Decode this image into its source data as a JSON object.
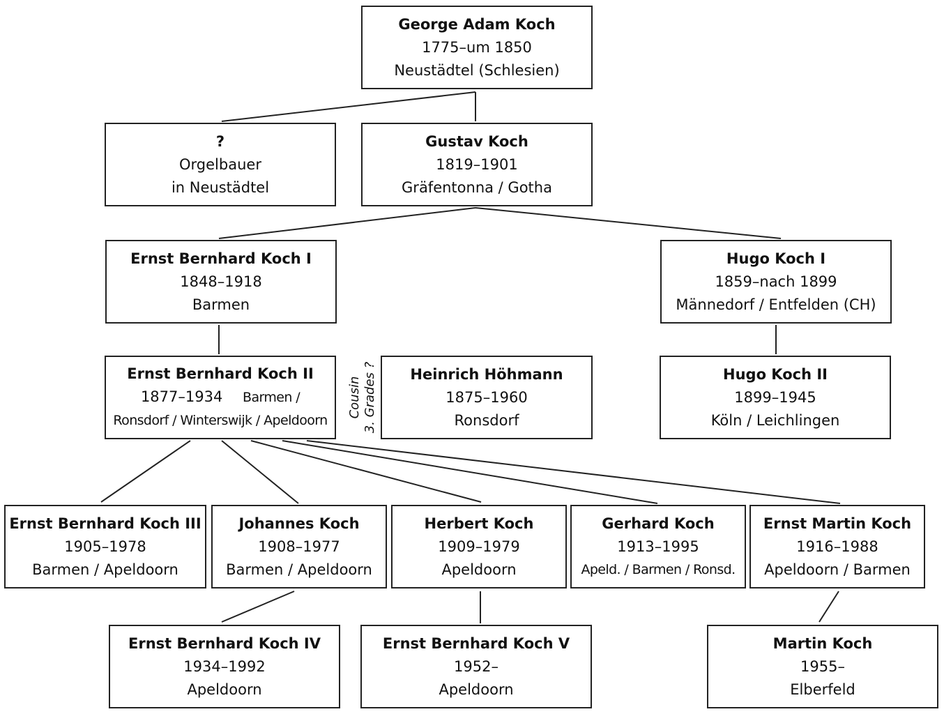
{
  "people": [
    {
      "id": "george-adam-koch",
      "name": "George Adam Koch",
      "dates": "1775–um 1850",
      "place": "Neustädtel (Schlesien)"
    },
    {
      "id": "unknown-orgelbauer",
      "name": "?",
      "dates": "Orgelbauer",
      "place": "in Neustädtel"
    },
    {
      "id": "gustav-koch",
      "name": "Gustav Koch",
      "dates": "1819–1901",
      "place": "Gräfentonna / Gotha"
    },
    {
      "id": "ernst-bernhard-koch-i",
      "name": "Ernst Bernhard Koch I",
      "dates": "1848–1918",
      "place": "Barmen"
    },
    {
      "id": "hugo-koch-i",
      "name": "Hugo Koch I",
      "dates": "1859–nach 1899",
      "place": "Männedorf / Entfelden (CH)"
    },
    {
      "id": "ernst-bernhard-koch-ii",
      "name": "Ernst Bernhard Koch II",
      "dates": "1877–1934",
      "place_a": "Barmen /",
      "place": "Ronsdorf / Winterswijk / Apeldoorn"
    },
    {
      "id": "heinrich-hoehmann",
      "name": "Heinrich Höhmann",
      "dates": "1875–1960",
      "place": "Ronsdorf"
    },
    {
      "id": "hugo-koch-ii",
      "name": "Hugo Koch II",
      "dates": "1899–1945",
      "place": "Köln / Leichlingen"
    },
    {
      "id": "ernst-bernhard-koch-iii",
      "name": "Ernst Bernhard Koch III",
      "dates": "1905–1978",
      "place": "Barmen / Apeldoorn"
    },
    {
      "id": "johannes-koch",
      "name": "Johannes Koch",
      "dates": "1908–1977",
      "place": "Barmen / Apeldoorn"
    },
    {
      "id": "herbert-koch",
      "name": "Herbert Koch",
      "dates": "1909–1979",
      "place": "Apeldoorn"
    },
    {
      "id": "gerhard-koch",
      "name": "Gerhard Koch",
      "dates": "1913–1995",
      "place": "Apeld. / Barmen / Ronsd."
    },
    {
      "id": "ernst-martin-koch",
      "name": "Ernst Martin Koch",
      "dates": "1916–1988",
      "place": "Apeldoorn / Barmen"
    },
    {
      "id": "ernst-bernhard-koch-iv",
      "name": "Ernst Bernhard Koch IV",
      "dates": "1934–1992",
      "place": "Apeldoorn"
    },
    {
      "id": "ernst-bernhard-koch-v",
      "name": "Ernst Bernhard Koch V",
      "dates": "1952–",
      "place": "Apeldoorn"
    },
    {
      "id": "martin-koch",
      "name": "Martin Koch",
      "dates": "1955–",
      "place": "Elberfeld"
    }
  ],
  "cousin_note": {
    "line1": "Cousin",
    "line2": "3. Grades ?"
  }
}
